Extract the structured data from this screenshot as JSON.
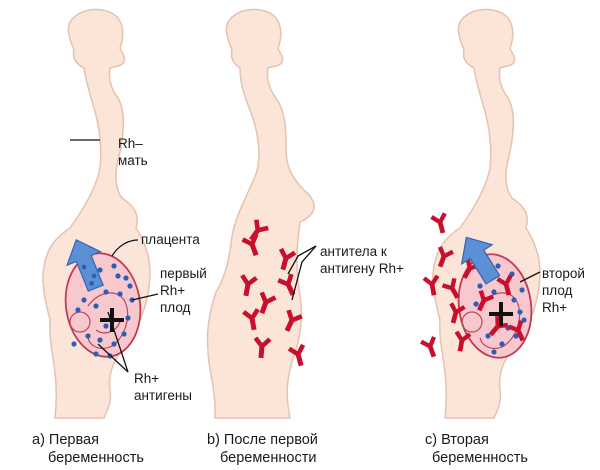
{
  "colors": {
    "body_fill": "#fbe4d8",
    "body_outline": "#e6c2b0",
    "uterus_fill": "#f7c9cf",
    "uterus_outline": "#c03a52",
    "antigen_dot": "#2b5fb5",
    "arrow_blue": "#5b8fd6",
    "antibody_red": "#c8102e",
    "text": "#1a1a1a"
  },
  "icons": {
    "antigen": "blue-dot-icon",
    "antibody": "y-shaped-antibody-icon",
    "rh_plus": "plus-sign-icon",
    "transfer": "upward-arrow-icon"
  },
  "panel_a": {
    "label_mother_line1": "Rh–",
    "label_mother_line2": "мать",
    "label_placenta": "плацента",
    "label_fetus_line1": "первый",
    "label_fetus_line2": "Rh+",
    "label_fetus_line3": "плод",
    "label_antigens_line1": "Rh+",
    "label_antigens_line2": "антигены",
    "caption_line1": "a)  Первая",
    "caption_line2": "беременность"
  },
  "panel_b": {
    "label_antibodies_line1": "антитела к",
    "label_antibodies_line2": "антигену Rh+",
    "caption_line1": "b) После первой",
    "caption_line2": "беременности"
  },
  "panel_c": {
    "label_fetus_line1": "второй",
    "label_fetus_line2": "плод",
    "label_fetus_line3": "Rh+",
    "caption_line1": "c)  Вторая",
    "caption_line2": "беременность"
  }
}
